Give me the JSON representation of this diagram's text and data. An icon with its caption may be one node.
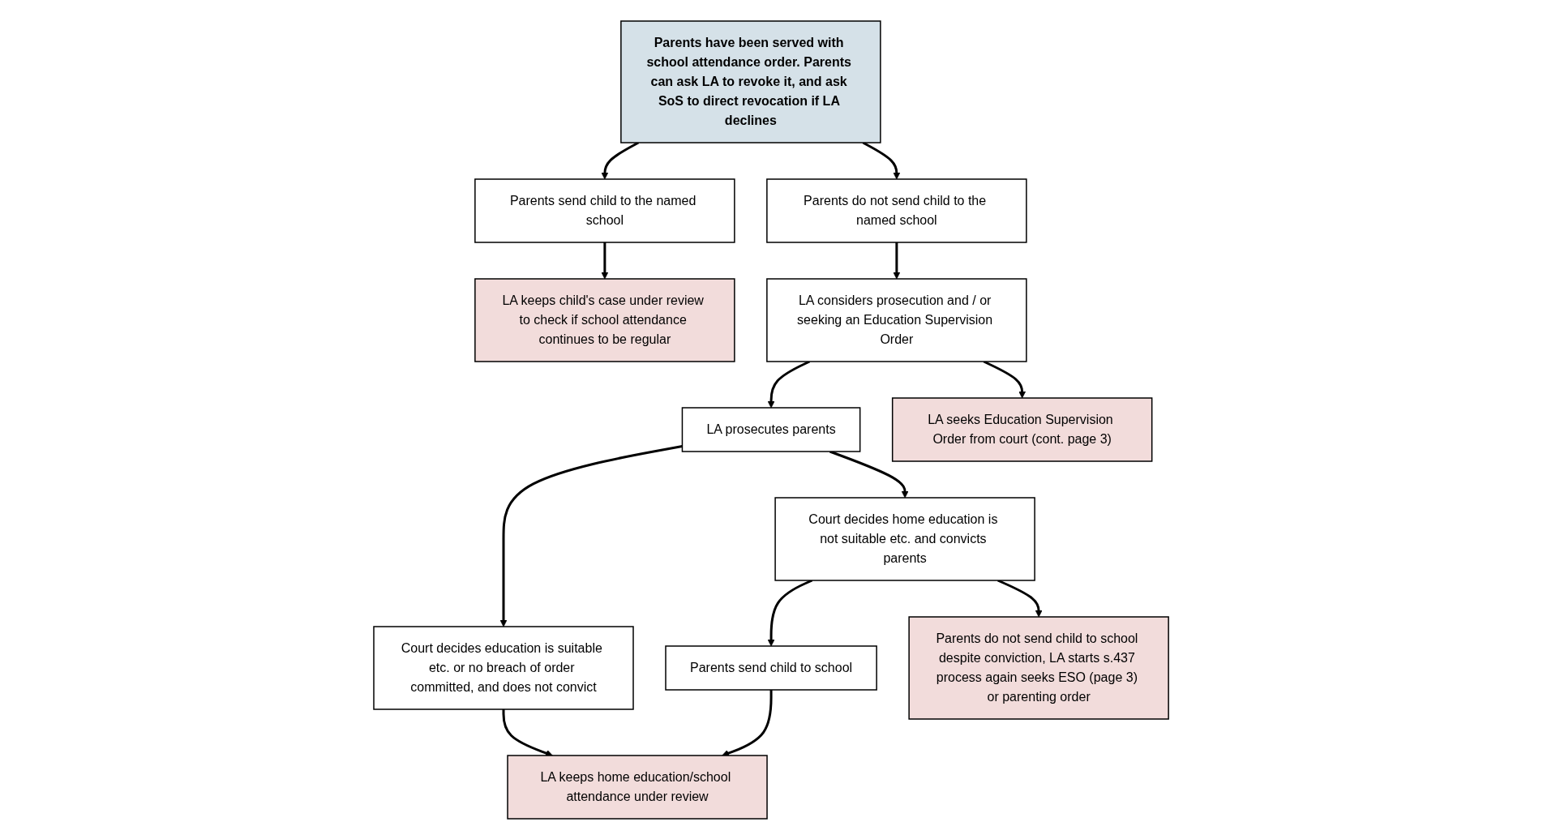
{
  "diagram": {
    "nodes": [
      {
        "text": [
          "Parents have been served with school attendance order. Parents can ask LA to revoke it, and ask SoS to direct revocation if LA declines"
        ]
      },
      {
        "text": [
          "Parents send child to the named school"
        ]
      },
      {
        "text": [
          "LA keeps child's case under review to check if school attendance continues to be regular"
        ]
      },
      {
        "text": [
          "Parents do not send child to the named school"
        ]
      },
      {
        "text": [
          "LA considers prosecution and / or seeking an Education Supervision Order"
        ]
      },
      {
        "text": [
          "LA prosecutes parents"
        ]
      },
      {
        "text": [
          "LA seeks Education Supervision Order from court (cont. page 3)"
        ]
      },
      {
        "text": [
          "Court decides education is suitable etc. or no breach of order committed, and does not convict"
        ]
      },
      {
        "text": [
          "Court decides home education is not suitable etc. and convicts parents"
        ]
      },
      {
        "text": [
          "Parents send child to school"
        ]
      },
      {
        "text": [
          "LA keeps home education/school attendance under review"
        ]
      },
      {
        "text": [
          "Parents do not send child to school despite conviction, LA starts s.437 process again seeks ESO (page 3) or parenting order"
        ]
      }
    ],
    "edges": [
      {
        "from": 0,
        "to": 1,
        "arrow": "to"
      },
      {
        "from": 1,
        "to": 2,
        "arrow": "to"
      },
      {
        "from": 0,
        "to": 3,
        "arrow": "to"
      },
      {
        "from": 3,
        "to": 4,
        "arrow": "to"
      },
      {
        "from": 4,
        "to": 5,
        "arrow": "to"
      },
      {
        "from": 4,
        "to": 6,
        "arrow": "to"
      },
      {
        "from": 5,
        "to": 7,
        "arrow": "to"
      },
      {
        "from": 5,
        "to": 8,
        "arrow": "to"
      },
      {
        "from": 8,
        "to": 9,
        "arrow": "to"
      },
      {
        "from": 7,
        "to": 10,
        "arrow": "to"
      },
      {
        "from": 9,
        "to": 10,
        "arrow": "to"
      },
      {
        "from": 8,
        "to": 11,
        "arrow": "to"
      }
    ]
  }
}
